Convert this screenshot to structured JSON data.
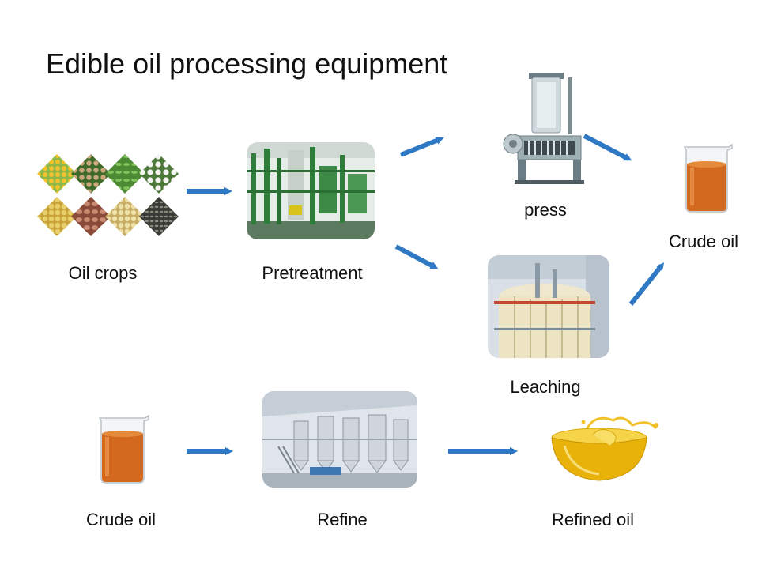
{
  "title": "Edible oil processing equipment",
  "nodes": {
    "oil_crops": "Oil crops",
    "pretreatment": "Pretreatment",
    "press": "press",
    "leaching": "Leaching",
    "crude_oil_top": "Crude oil",
    "crude_oil_bottom": "Crude oil",
    "refine": "Refine",
    "refined_oil": "Refined oil"
  },
  "colors": {
    "arrow": "#2f79c4",
    "oil": "#d2691e",
    "refined_oil": "#e8b20a",
    "factory_green": "#2e7d3a"
  },
  "icons": [
    "seed-grid-icon",
    "factory-photo-icon",
    "oil-press-icon",
    "leaching-tank-icon",
    "beaker-icon",
    "refinery-icon",
    "oil-bowl-icon"
  ]
}
